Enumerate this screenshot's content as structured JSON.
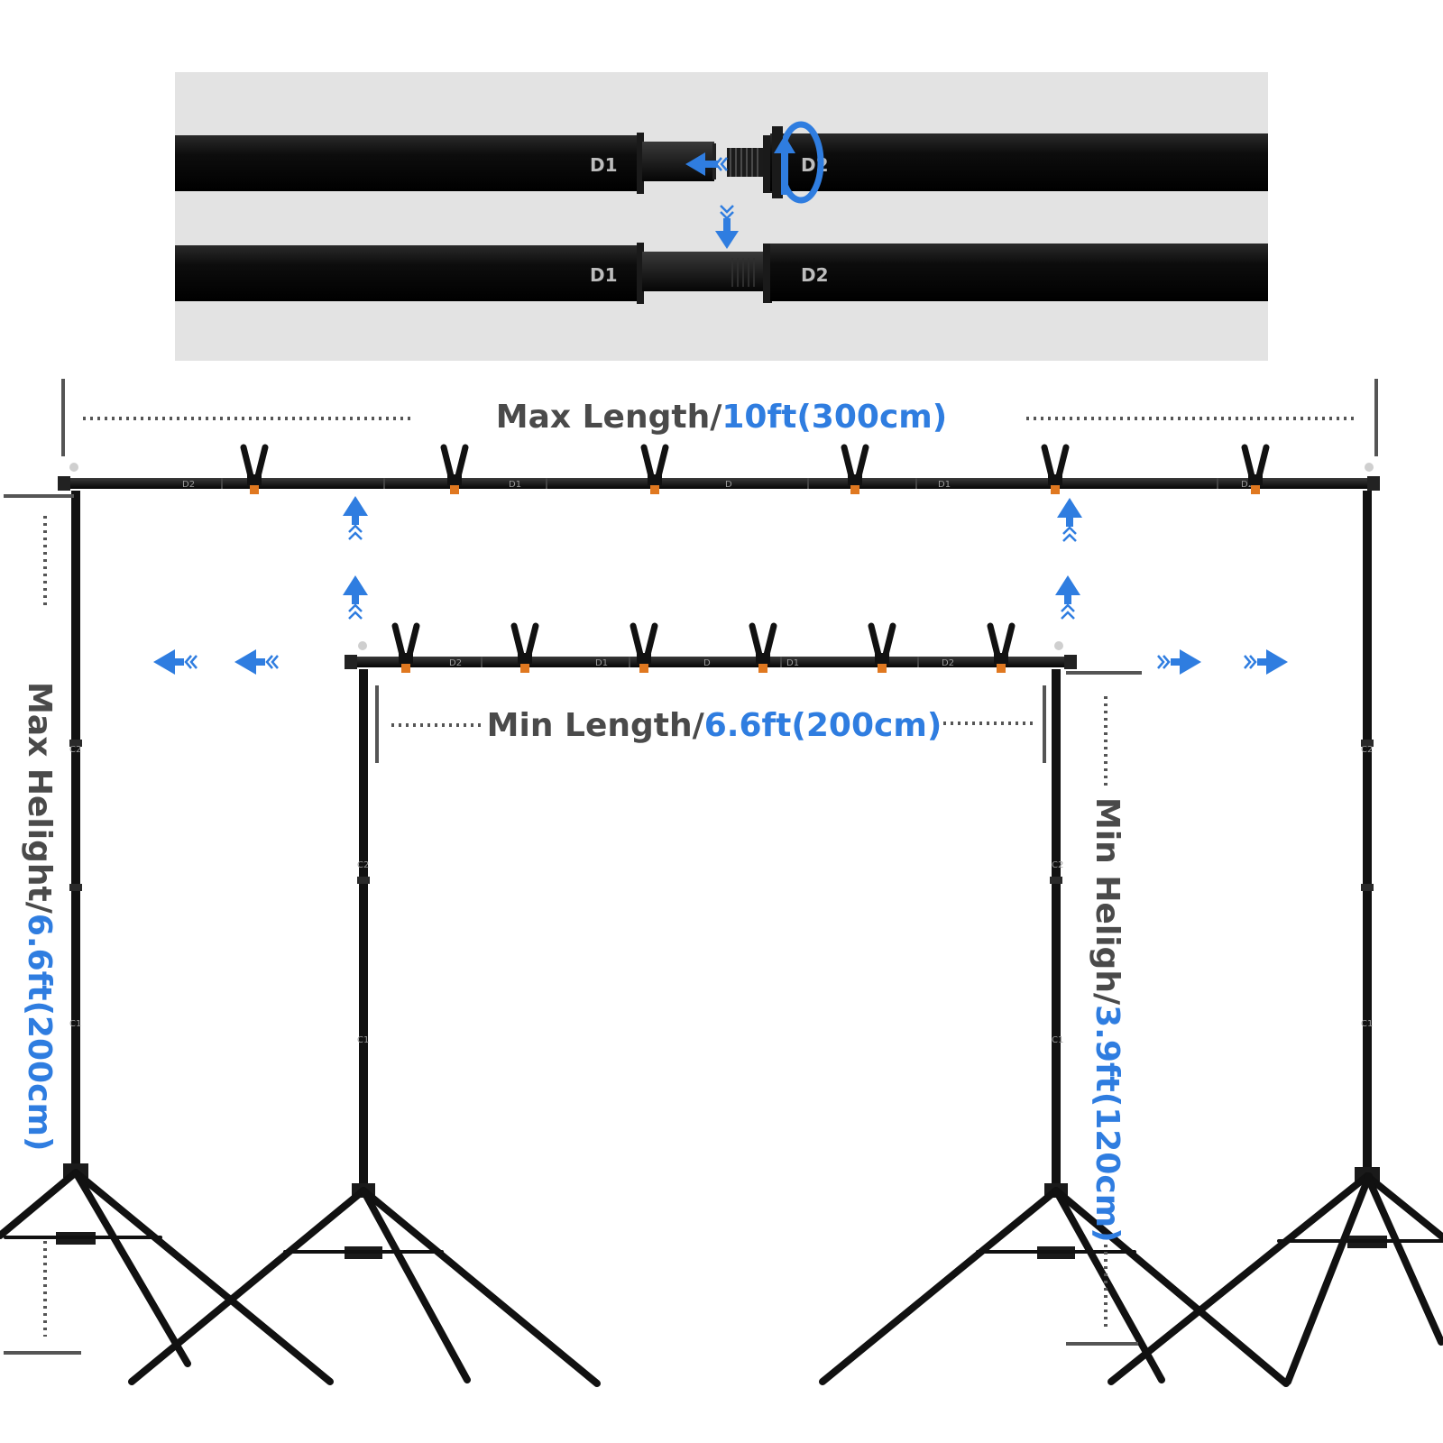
{
  "colors": {
    "accent": "#2f7de0",
    "gray_text": "#4a4a4a",
    "tube": "#111111",
    "clip_tip": "#e07820",
    "panel_bg": "#e3e3e3",
    "dim_line": "#555555"
  },
  "connection": {
    "left_tube_label": "D1",
    "right_tube_label": "D2"
  },
  "bars": {
    "max_bar_labels": [
      "D2",
      "D1",
      "D",
      "D1",
      "D2"
    ],
    "min_bar_labels": [
      "D2",
      "D1",
      "D",
      "D1",
      "D2"
    ],
    "pole_labels": {
      "upper": "C2",
      "lower": "C1"
    }
  },
  "dimensions": {
    "max_length": {
      "prefix": "Max Length/",
      "value": "10ft(300cm)"
    },
    "min_length": {
      "prefix": "Min Length/",
      "value": "6.6ft(200cm)"
    },
    "max_height": {
      "prefix": "Max Helight/",
      "value": "6.6ft(200cm)"
    },
    "min_height": {
      "prefix": "Min Heligh/",
      "value": "3.9ft(120cm)"
    }
  },
  "icons": [
    "arrow-left-icon",
    "arrow-right-icon",
    "arrow-up-icon",
    "arrow-down-icon",
    "rotate-icon",
    "clip-icon"
  ]
}
